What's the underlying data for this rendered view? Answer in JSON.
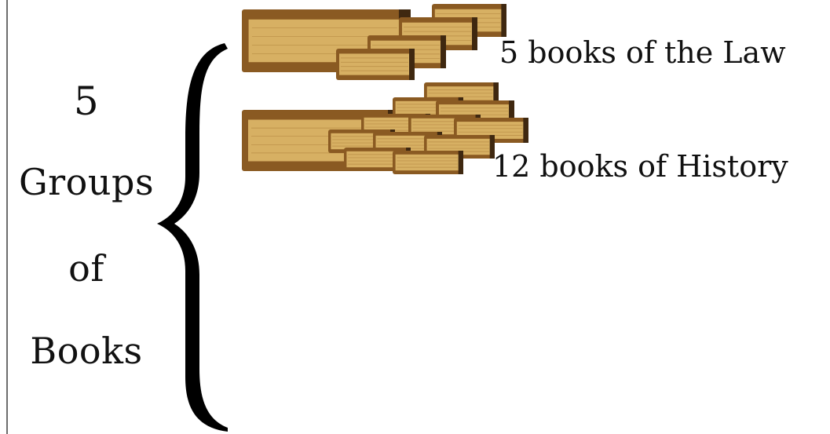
{
  "side_title": {
    "line1": "5",
    "line2": "Groups",
    "line3": "of",
    "line4": "Books"
  },
  "groups": [
    {
      "label": "5 books of the Law",
      "count": 5
    },
    {
      "label": "12 books of History",
      "count": 12
    }
  ],
  "colors": {
    "text": "#111111",
    "book_page": "#d7b063",
    "book_cover": "#8a5a22",
    "book_spine_dark": "#3f2810"
  },
  "icons": {
    "brace": "curly-brace-icon",
    "book": "book-icon"
  }
}
